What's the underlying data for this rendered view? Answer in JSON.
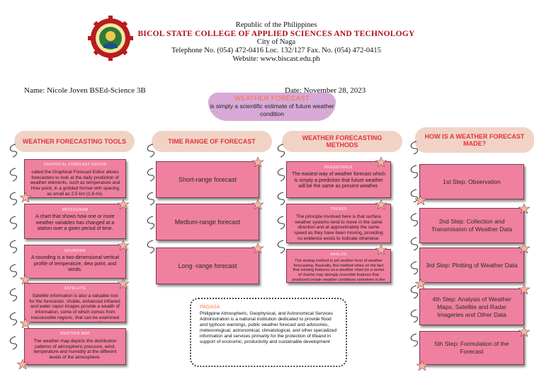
{
  "header": {
    "line1": "Republic of the Philippines",
    "college": "BICOL STATE COLLEGE OF APPLIED SCIENCES AND TECHNOLOGY",
    "city": "City of Naga",
    "phone": "Telephone No. (054) 472-0416 Loc. 132/127 Fax. No. (054) 472-0415",
    "website": "Website: www.biscast.edu.ph"
  },
  "student": {
    "name": "Name: Nicole Joven  BSEd-Science 3B",
    "date": "Date: November 28, 2023"
  },
  "center": {
    "title": "WEATHER FORECAST",
    "desc": "is simply a scientific estimate of future weather condition"
  },
  "columns": [
    {
      "title": "WEATHER FORECASTING TOOLS",
      "items": [
        {
          "title": "GRAPHICAL FORECAST EDITOR",
          "text": "called the Graphical Forecast Editor allows forecasters to look at the daily prediction of weather elements, such as temperature and How point, in a gridded format with spacing as small as 2.5 km (1.6 mi)."
        },
        {
          "title": "METEOGRAM",
          "text": "A chart that shows how one or more weather variables has changed at a station over a given period of time."
        },
        {
          "title": "SOUNDING",
          "text": "A sounding is a two-dimensional vertical profile of temperature, dew point, and winds."
        },
        {
          "title": "SATELLITE",
          "text": "Satellite information is also a valuable tool for the forecaster. Visible, enhanced infrared, and water vapor images provide a wealth of information, some of which comes from inaccessible regions, that can be examined to analyze fast-changing conditions."
        },
        {
          "title": "WEATHER MAP",
          "text": "The weather map depicts the distribution patterns of atmospheric pressure, wind, temperature and humidity at the different levels of the atmosphere."
        }
      ]
    },
    {
      "title": "TIME RANGE OF FORECAST",
      "items": [
        {
          "text": "Short-range forecast"
        },
        {
          "text": "Medium-range forecast"
        },
        {
          "text": "Long -range forecast"
        }
      ]
    },
    {
      "title": "WEATHER FORECASTING METHODS",
      "items": [
        {
          "title": "PERSISTENCE",
          "text": "The easiest way of weather forecast which is simply a prediction that future weather will be the same as present weather."
        },
        {
          "title": "TRENDS",
          "text": "The principle involved here is that surface weather systems tend to move in the same direction and at approximately the same speed as they have been moving, providing no evidence exists to indicate otherwise."
        },
        {
          "title": "ANALOG",
          "text": "The analog method is yet another form of weather forecasting. Basically, this method relies on the fact that existing features on a weather chart (or a series of charts) may strongly resemble features that produced certain weather conditions sometime in the past."
        }
      ]
    },
    {
      "title": "HOW IS A WEATHER FORECAST MADE?",
      "items": [
        {
          "text": "1st Step: Observation"
        },
        {
          "text": "2nd Step: Collection and Transmission of Weather Data"
        },
        {
          "text": "3rd Step: Plotting of Weather Data"
        },
        {
          "text": "4th Step: Analysis of Weather Maps, Satellite and Radar Imageries and Other Data"
        },
        {
          "text": "5th Step: Formulation of the Forecast"
        }
      ]
    }
  ],
  "pagasa": {
    "title": "PAGASA",
    "text": "Philippine Atmospheric, Geophysical, and Astronomical Services Administration is a national institution dedicated to provide flood and typhoon warnings, public weather forecast and advisories, meteorological, astronomical, climatological, and other specialized information and services primarily for the protection of lifeand in support of economic, productivity and sustainable development"
  },
  "colors": {
    "box": "#f0809f",
    "header_pill": "#f1d3c6",
    "header_text": "#e2323c",
    "bubble": "#d8a9d6",
    "college_text": "#b1101a",
    "star": "#f4b7a4"
  }
}
